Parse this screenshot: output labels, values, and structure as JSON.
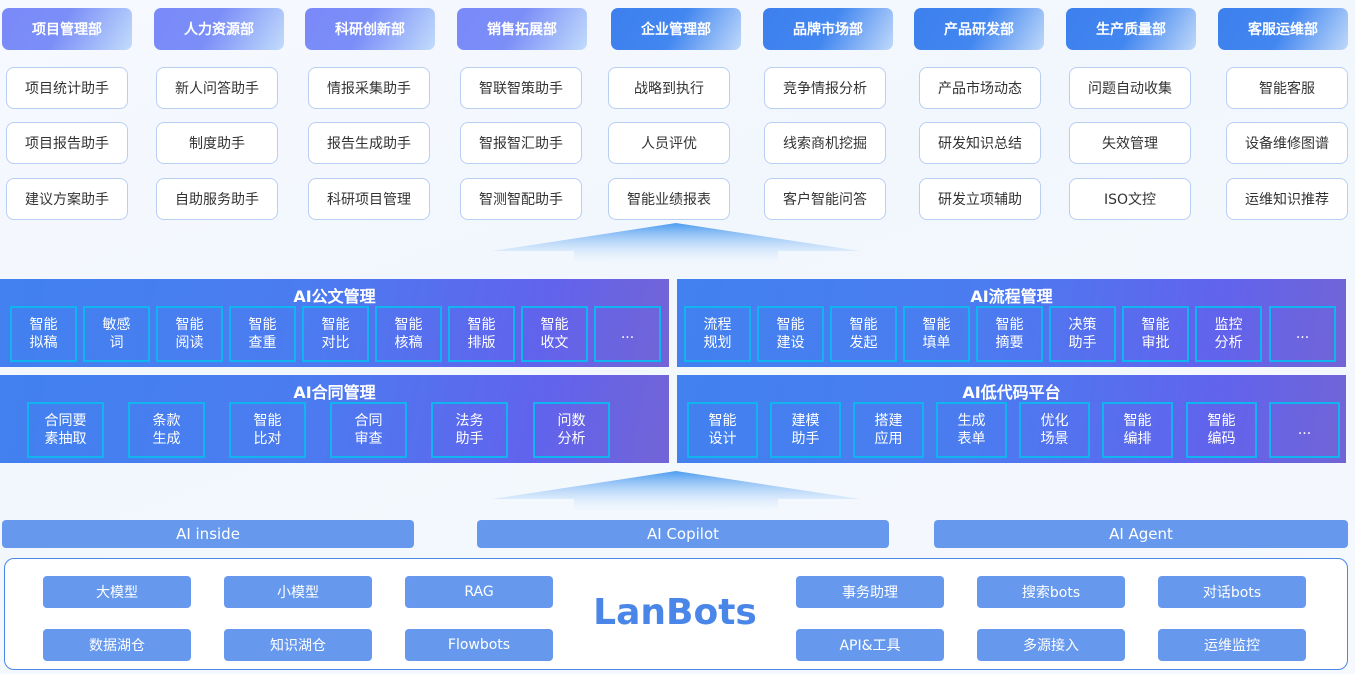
{
  "departments": [
    {
      "name": "项目管理部",
      "style": "violet",
      "items": [
        "项目统计助手",
        "项目报告助手",
        "建议方案助手"
      ]
    },
    {
      "name": "人力资源部",
      "style": "violet",
      "items": [
        "新人问答助手",
        "制度助手",
        "自助服务助手"
      ]
    },
    {
      "name": "科研创新部",
      "style": "violet",
      "items": [
        "情报采集助手",
        "报告生成助手",
        "科研项目管理"
      ]
    },
    {
      "name": "销售拓展部",
      "style": "violet",
      "items": [
        "智联智策助手",
        "智报智汇助手",
        "智测智配助手"
      ]
    },
    {
      "name": "企业管理部",
      "style": "blue",
      "items": [
        "战略到执行",
        "人员评优",
        "智能业绩报表"
      ]
    },
    {
      "name": "品牌市场部",
      "style": "blue",
      "items": [
        "竞争情报分析",
        "线索商机挖掘",
        "客户智能问答"
      ]
    },
    {
      "name": "产品研发部",
      "style": "blue",
      "items": [
        "产品市场动态",
        "研发知识总结",
        "研发立项辅助"
      ]
    },
    {
      "name": "生产质量部",
      "style": "blue",
      "items": [
        "问题自动收集",
        "失效管理",
        "ISO文控"
      ]
    },
    {
      "name": "客服运维部",
      "style": "blue",
      "items": [
        "智能客服",
        "设备维修图谱",
        "运维知识推荐"
      ]
    }
  ],
  "panels": {
    "doc": {
      "title": "AI公文管理",
      "cells": [
        "智能\n拟稿",
        "敏感\n词",
        "智能\n阅读",
        "智能\n查重",
        "智能\n对比",
        "智能\n核稿",
        "智能\n排版",
        "智能\n收文",
        "..."
      ]
    },
    "flow": {
      "title": "AI流程管理",
      "cells": [
        "流程\n规划",
        "智能\n建设",
        "智能\n发起",
        "智能\n填单",
        "智能\n摘要",
        "决策\n助手",
        "智能\n审批",
        "监控\n分析",
        "..."
      ]
    },
    "contract": {
      "title": "AI合同管理",
      "cells": [
        "合同要\n素抽取",
        "条款\n生成",
        "智能\n比对",
        "合同\n审查",
        "法务\n助手",
        "问数\n分析"
      ]
    },
    "lowcode": {
      "title": "AI低代码平台",
      "cells": [
        "智能\n设计",
        "建模\n助手",
        "搭建\n应用",
        "生成\n表单",
        "优化\n场景",
        "智能\n编排",
        "智能\n编码",
        "..."
      ]
    }
  },
  "layers": [
    "AI inside",
    "AI Copilot",
    "AI Agent"
  ],
  "foundation": {
    "brand": "LanBots",
    "left_chips": [
      [
        "大模型",
        "小模型",
        "RAG"
      ],
      [
        "数据湖仓",
        "知识湖仓",
        "Flowbots"
      ]
    ],
    "right_chips": [
      [
        "事务助理",
        "搜索bots",
        "对话bots"
      ],
      [
        "API&工具",
        "多源接入",
        "运维监控"
      ]
    ]
  },
  "colors": {
    "accent": "#4a86e8",
    "chip": "#6699ee",
    "cell_border": "#11b4ee",
    "item_border": "#b9cff2"
  }
}
